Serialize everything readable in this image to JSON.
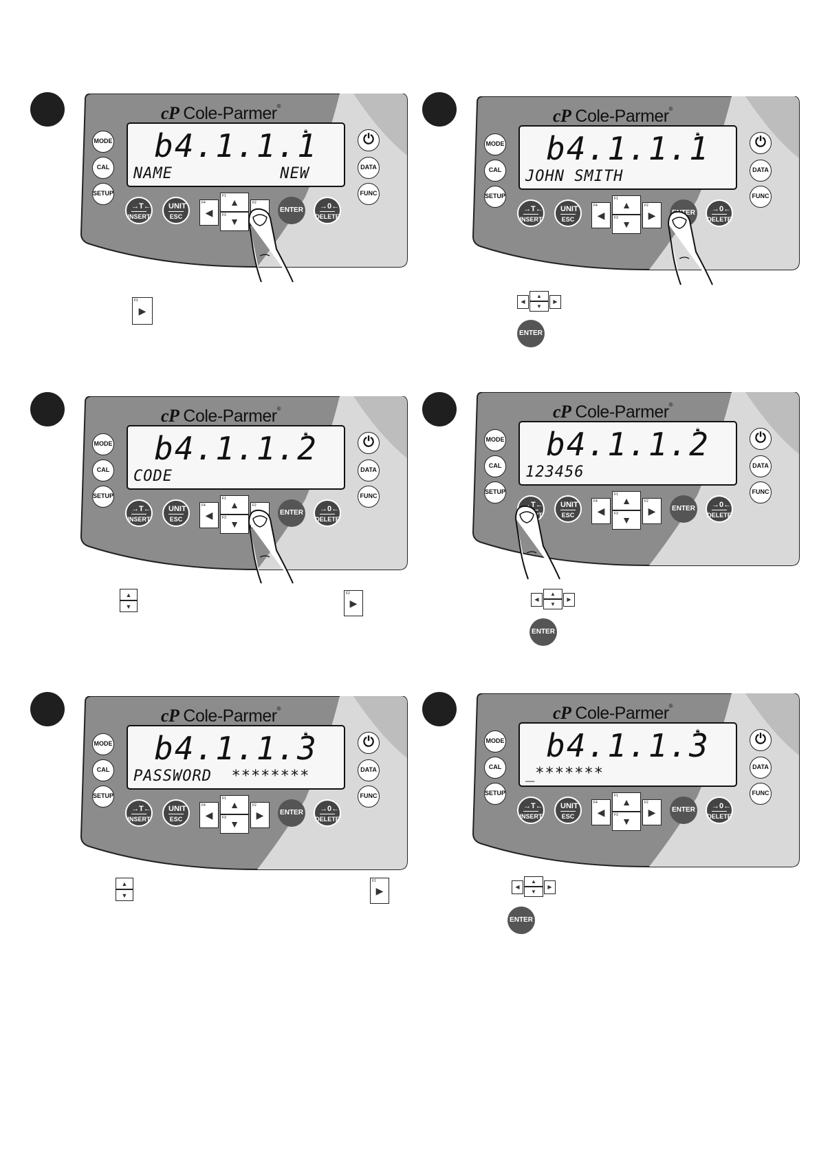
{
  "brand": {
    "name": "Cole-Parmer",
    "mark": "cP",
    "reg": "®"
  },
  "buttons": {
    "mode": "MODE",
    "cal": "CAL",
    "setup": "SETUP",
    "power": "⏻",
    "data": "DATA",
    "func": "FUNC",
    "tare_top": "→T←",
    "tare_bottom": "INSERT",
    "unit_top": "UNIT",
    "unit_bottom": "ESC",
    "enter": "ENTER",
    "zero_top": "→0←",
    "zero_bottom": "DELETE",
    "f1": "F1",
    "f2": "F2",
    "f3": "F3",
    "f4": "F4"
  },
  "steps": [
    {
      "big": "b4.1.1.1",
      "small": "NAME",
      "small_right": "NEW"
    },
    {
      "big": "b4.1.1.1",
      "small": "JOHN SMITH",
      "small_right": ""
    },
    {
      "big": "b4.1.1.2",
      "small": "CODE",
      "small_right": ""
    },
    {
      "big": "b4.1.1.2",
      "small": "123456",
      "small_right": ""
    },
    {
      "big": "b4.1.1.3",
      "small": "PASSWORD  ********",
      "small_right": ""
    },
    {
      "big": "b4.1.1.3",
      "small": "_*******",
      "small_right": ""
    }
  ],
  "icons": {
    "lock": "lock-icon",
    "arrow_up": "▲",
    "arrow_down": "▼",
    "arrow_left": "◀",
    "arrow_right": "▶"
  },
  "colors": {
    "panel_dark": "#8c8c8c",
    "panel_light": "#d9d9d9",
    "dark_button": "#4a4a4a"
  }
}
